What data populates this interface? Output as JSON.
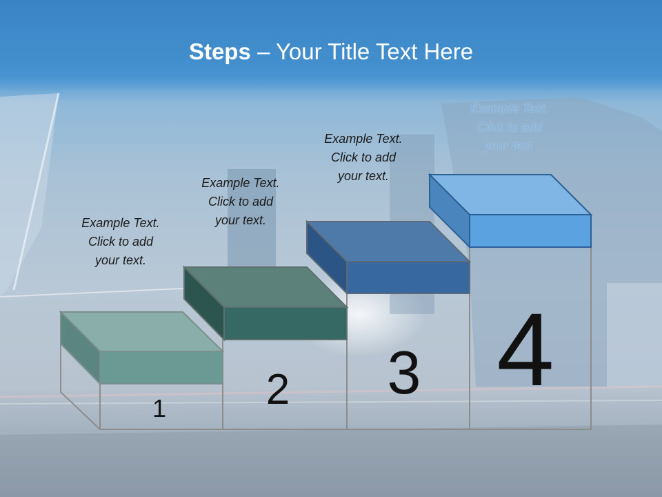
{
  "title": {
    "bold_part": "Steps",
    "rest_part": " – Your Title Text Here"
  },
  "steps": [
    {
      "number": "1",
      "caption": [
        "Example Text.",
        "Click  to add",
        "your text."
      ],
      "top_color": "#8aaea9",
      "front_color": "#6a9a93",
      "side_color": "#5a8580"
    },
    {
      "number": "2",
      "caption": [
        "Example Text.",
        "Click  to add",
        "your text."
      ],
      "top_color": "#5c807a",
      "front_color": "#366963",
      "side_color": "#2c5550"
    },
    {
      "number": "3",
      "caption": [
        "Example Text.",
        "Click  to add",
        "your text."
      ],
      "top_color": "#4e7aa9",
      "front_color": "#3768a0",
      "side_color": "#2b5585"
    },
    {
      "number": "4",
      "caption": [
        "Example Text.",
        "Click  to add",
        "your text."
      ],
      "top_color": "#7fb6e6",
      "front_color": "#5aa3e0",
      "side_color": "#4a86bd"
    }
  ],
  "colors": {
    "title_text": "#ffffff",
    "title_band": "#3a84c6",
    "outline": "#8c8c8c"
  }
}
